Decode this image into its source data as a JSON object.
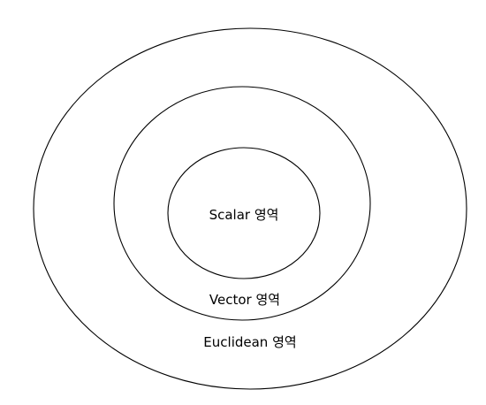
{
  "diagram": {
    "regions": {
      "euclidean": {
        "label": "Euclidean 영역"
      },
      "vector": {
        "label": "Vector 영역"
      },
      "scalar": {
        "label": "Scalar 영역"
      }
    },
    "colors": {
      "stroke": "#000000",
      "text": "#000000",
      "background": "#ffffff"
    }
  }
}
